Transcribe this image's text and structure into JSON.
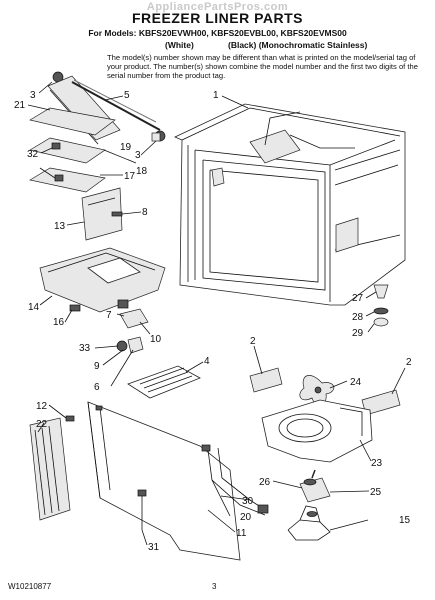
{
  "watermark": "AppliancePartsPros.com",
  "header": {
    "title": "FREEZER LINER PARTS",
    "models": "For Models: KBFS20EVWH00, KBFS20EVBL00, KBFS20EVMS00",
    "color_white": "(White)",
    "color_black": "(Black) (Monochromatic Stainless)",
    "notice": "The model(s) number shown may be different than what is printed on the model/serial tag of your product. The number(s) shown combine the model number and the first two digits of the serial number from the product tag."
  },
  "callouts": [
    "1",
    "2",
    "2",
    "3",
    "3",
    "4",
    "5",
    "6",
    "7",
    "8",
    "9",
    "10",
    "11",
    "12",
    "13",
    "14",
    "15",
    "16",
    "17",
    "18",
    "19",
    "20",
    "21",
    "22",
    "23",
    "24",
    "25",
    "26",
    "27",
    "28",
    "29",
    "30",
    "31",
    "32",
    "33"
  ],
  "footer": {
    "doc_id": "W10210877",
    "page": "3"
  }
}
